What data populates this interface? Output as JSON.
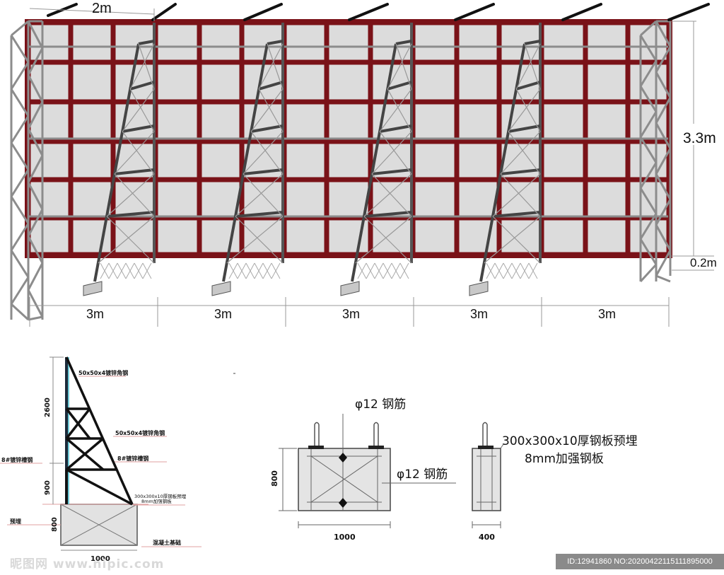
{
  "top": {
    "width_label": "2m",
    "height_label": "3.3m",
    "base_label": "0.2m",
    "span_labels": [
      "3m",
      "3m",
      "3m",
      "3m",
      "3m"
    ]
  },
  "side": {
    "angle_top": "50x50x4镀锌角钢",
    "angle_mid": "50x50x4镀锌角钢",
    "channel_left": "8#镀锌槽钢",
    "channel_right": "8#镀锌槽钢",
    "plate_line1": "300x300x10厚钢板预埋",
    "plate_line2": "8mm加强钢板",
    "embed": "预埋",
    "foundation": "混凝土基础",
    "dim_2600": "2600",
    "dim_900": "900",
    "dim_800": "800",
    "dim_1000": "1000"
  },
  "detail": {
    "rebar_top": "φ12 钢筋",
    "rebar_mid": "φ12 钢筋",
    "plate_line1": "300x300x10厚钢板预埋",
    "plate_line2": "8mm加强钢板",
    "dim_800": "800",
    "dim_1000": "1000",
    "dim_400": "400"
  },
  "watermark": "昵图网 www.nipic.com",
  "id_text": "ID:12941860 NO:20200422115111895000",
  "colors": {
    "frame": "#7a1218",
    "panel": "#dcdcdc",
    "truss": "#8c8c8c",
    "steel": "#3a3a3a"
  }
}
